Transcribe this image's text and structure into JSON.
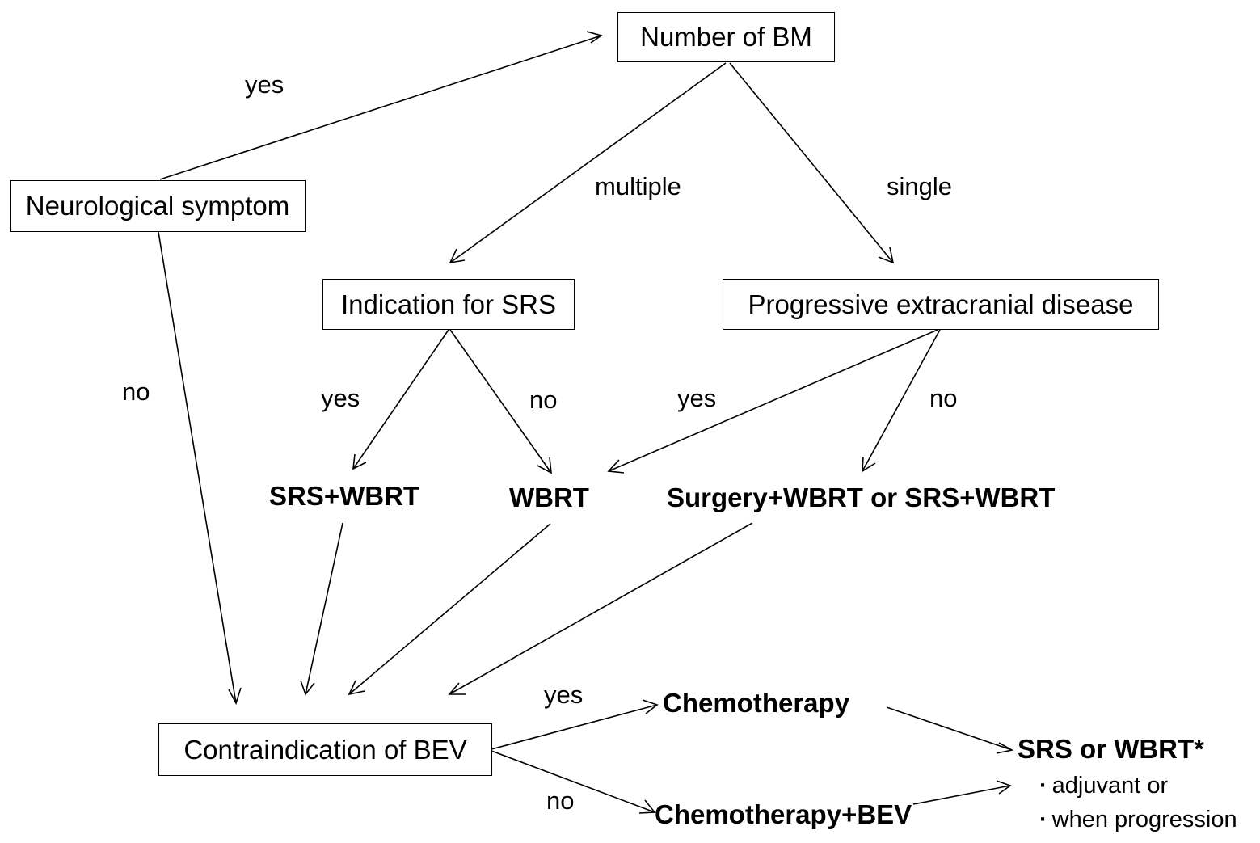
{
  "nodes": {
    "number_of_bm": "Number of BM",
    "neurological_symptom": "Neurological symptom",
    "indication_for_srs": "Indication for SRS",
    "progressive_extracranial": "Progressive extracranial disease",
    "srs_wbrt": "SRS+WBRT",
    "wbrt": "WBRT",
    "surgery_or_srs": "Surgery+WBRT or SRS+WBRT",
    "contraindication_bev": "Contraindication of BEV",
    "chemotherapy": "Chemotherapy",
    "chemotherapy_bev": "Chemotherapy+BEV",
    "srs_or_wbrt": "SRS or WBRT*"
  },
  "notes": {
    "adjuvant": "adjuvant or",
    "when_progression": "when progression"
  },
  "edge_labels": {
    "neuro_yes": "yes",
    "neuro_no": "no",
    "multiple": "multiple",
    "single": "single",
    "srs_yes": "yes",
    "srs_no": "no",
    "prog_yes": "yes",
    "prog_no": "no",
    "bev_yes": "yes",
    "bev_no": "no"
  }
}
